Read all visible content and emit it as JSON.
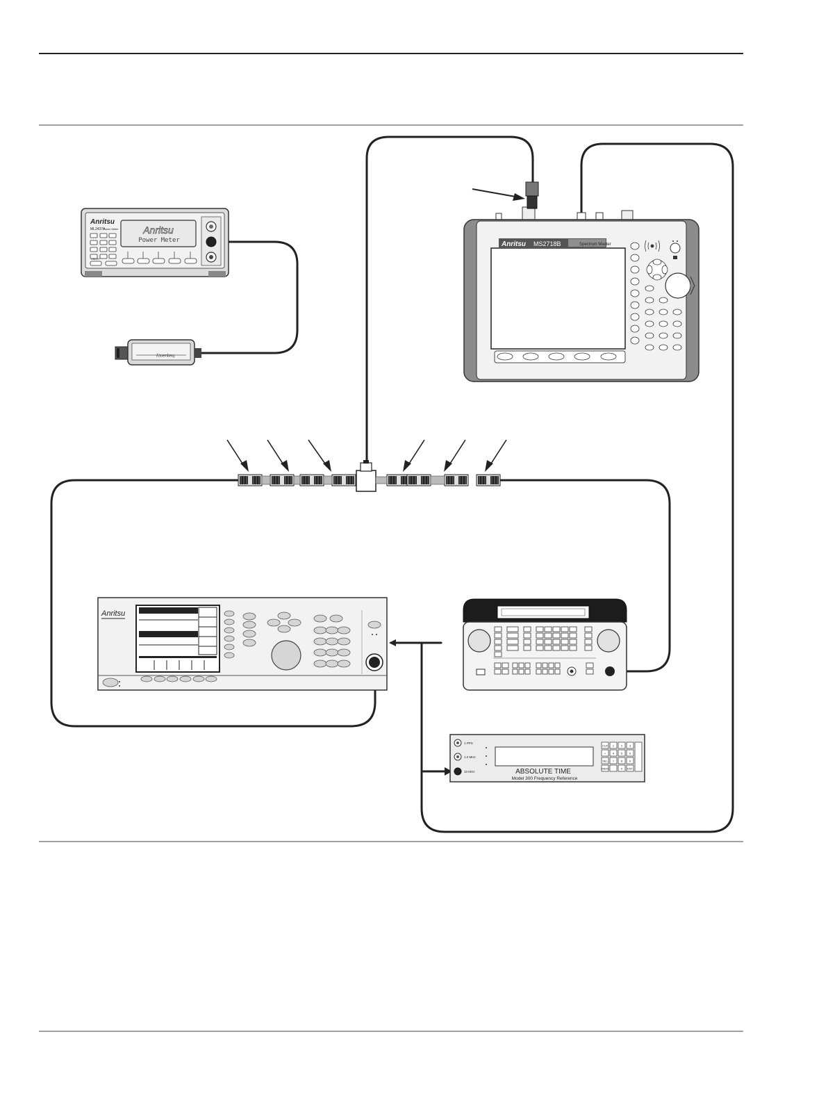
{
  "power_meter": {
    "brand": "Anritsu",
    "model": "ML2437A",
    "panel_label": "Power Meter",
    "display_brand": "Anritsu",
    "display_text": "Power Meter",
    "on_off": "ON/OFF"
  },
  "power_sensor": {
    "label": "frequency"
  },
  "spectrum_master": {
    "brand": "Anritsu",
    "model": "MS2718B",
    "product": "Spectrum Master"
  },
  "signal_generator": {
    "brand": "Anritsu"
  },
  "frequency_reference": {
    "title": "ABSOLUTE TIME",
    "subtitle": "Model 300 Frequency Reference",
    "outputs": [
      "1 PPS",
      "1.0 MHz",
      "10 MHz"
    ],
    "keypad": [
      "CLR",
      "1",
      "2",
      "3",
      "+",
      "4",
      "5",
      "6",
      "SEL",
      "7",
      "8",
      "9",
      "MEM",
      ".",
      "0",
      "ENT"
    ]
  },
  "colors": {
    "line": "#1a1a1a",
    "cable": "#222222",
    "bezel": "#8a8a8a",
    "panel": "#e6e6e6"
  }
}
